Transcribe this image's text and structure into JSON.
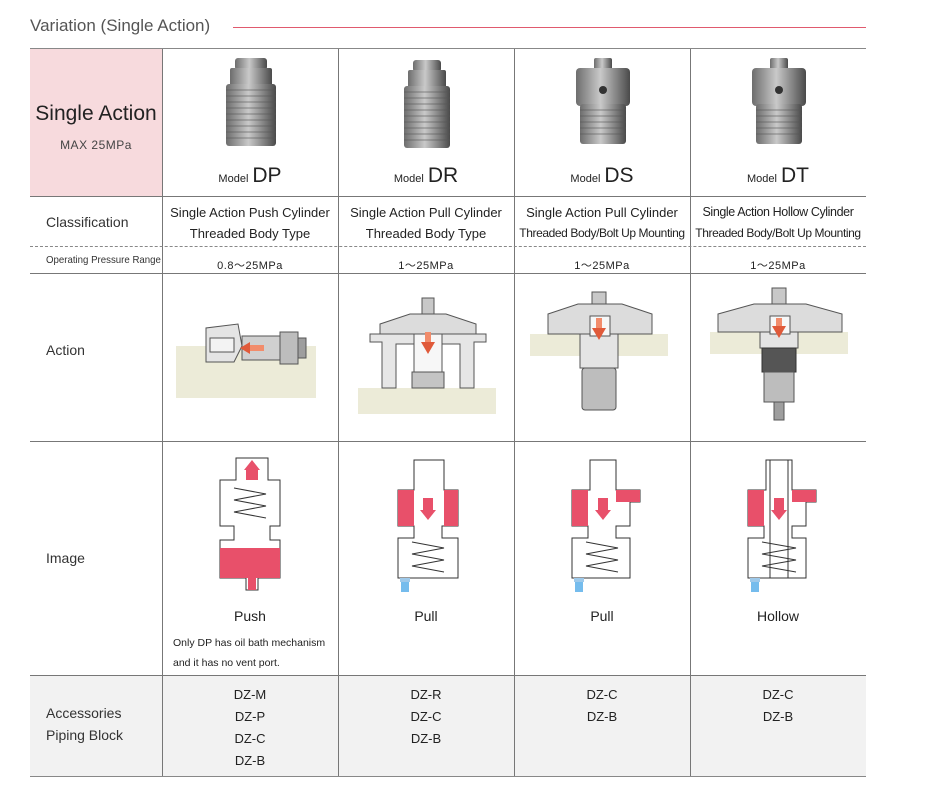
{
  "page_title": "Variation (Single Action)",
  "header": {
    "title": "Single Action",
    "subtitle": "MAX 25MPa"
  },
  "row_labels": {
    "classification": "Classification",
    "pressure": "Operating Pressure Range",
    "action": "Action",
    "image": "Image",
    "accessories_line1": "Accessories",
    "accessories_line2": "Piping Block"
  },
  "model_word": "Model",
  "models": [
    {
      "code": "DP",
      "class_line1": "Single Action Push Cylinder",
      "class_line2": "Threaded Body Type",
      "pressure": "0.8～25MPa",
      "image_label": "Push",
      "accessories": [
        "DZ-M",
        "DZ-P",
        "DZ-C",
        "DZ-B"
      ]
    },
    {
      "code": "DR",
      "class_line1": "Single Action Pull Cylinder",
      "class_line2": "Threaded Body Type",
      "pressure": "1～25MPa",
      "image_label": "Pull",
      "accessories": [
        "DZ-R",
        "DZ-C",
        "DZ-B"
      ]
    },
    {
      "code": "DS",
      "class_line1": "Single Action Pull Cylinder",
      "class_line2": "Threaded Body/Bolt Up Mounting",
      "pressure": "1～25MPa",
      "image_label": "Pull",
      "accessories": [
        "DZ-C",
        "DZ-B"
      ]
    },
    {
      "code": "DT",
      "class_line1": "Single Action Hollow Cylinder",
      "class_line2": "Threaded Body/Bolt Up Mounting",
      "pressure": "1～25MPa",
      "image_label": "Hollow",
      "accessories": [
        "DZ-C",
        "DZ-B"
      ]
    }
  ],
  "dp_note_line1": "Only DP has oil bath mechanism",
  "dp_note_line2": "and it has no vent port.",
  "colors": {
    "accent": "#e05a6e",
    "header_bg": "#f7dadd",
    "oil": "#e8506a",
    "vent": "#3aa0e6"
  }
}
